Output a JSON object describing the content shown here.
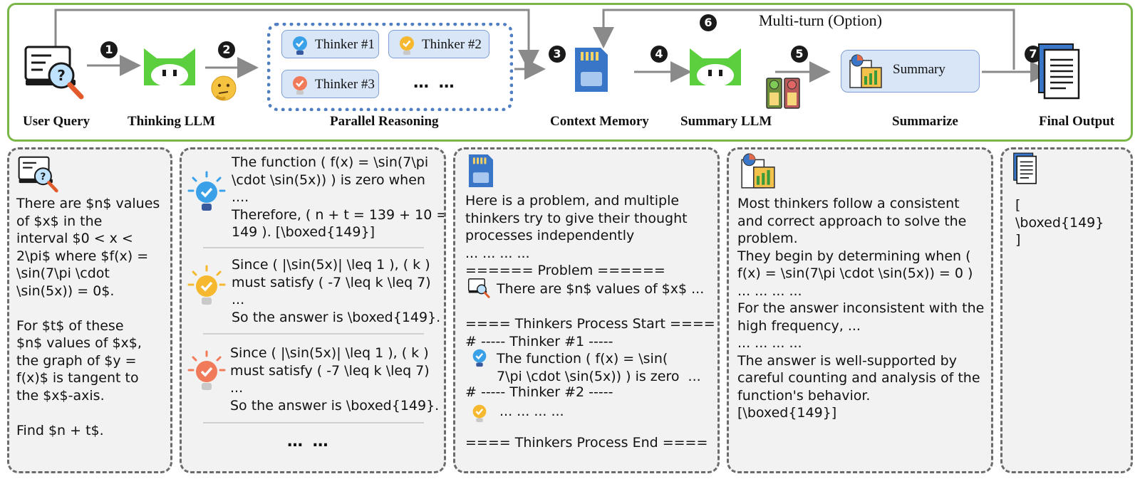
{
  "pipeline": {
    "stages": {
      "user_query": "User Query",
      "thinking_llm": "Thinking LLM",
      "parallel_reasoning": "Parallel Reasoning",
      "context_memory": "Context Memory",
      "summary_llm": "Summary LLM",
      "summarize": "Summarize",
      "final_output": "Final Output"
    },
    "steps": [
      "1",
      "2",
      "3",
      "4",
      "5",
      "6",
      "7"
    ],
    "thinkers": [
      "Thinker #1",
      "Thinker #2",
      "Thinker #3"
    ],
    "more_thinkers": "… …",
    "summary_label": "Summary",
    "multi_turn_label": "Multi-turn (Option)",
    "colors": {
      "border": "#7ab648",
      "llm_green": "#5ccf3f",
      "dotted_box": "#4f7fc1",
      "chip_fill": "#d9e6f7",
      "memory_blue": "#3a76c8"
    },
    "icons": [
      "question-monitor-icon",
      "llm-mascot-icon",
      "thinking-face-icon",
      "lightbulb-check-icon",
      "sd-card-icon",
      "check-cross-cards-icon",
      "summary-chart-icon",
      "document-stack-icon"
    ]
  },
  "panels": {
    "query": {
      "text": "There are $n$ values\nof $x$ in the\ninterval $0 < x <\n2\\pi$ where $f(x) =\n\\sin(7\\pi \\cdot\n\\sin(5x)) = 0$.\n\nFor $t$ of these\n$n$ values of $x$,\nthe graph of $y =\nf(x)$ is tangent to\nthe $x$-axis.\n\nFind $n + t$."
    },
    "thinkers": {
      "blocks": [
        "The function ( f(x) = \\sin(7\\pi\n\\cdot \\sin(5x)) ) is zero when\n....\nTherefore, ( n + t = 139 + 10 =\n149 ). [\\boxed{149}]",
        "Since ( |\\sin(5x)| \\leq 1 ), ( k )\nmust satisfy ( -7 \\leq k \\leq 7)\n...\nSo the answer is \\boxed{149}.",
        "Since ( |\\sin(5x)| \\leq 1 ), ( k )\nmust satisfy ( -7 \\leq k \\leq 7)\n...\nSo the answer is \\boxed{149}."
      ],
      "more": "… …"
    },
    "context": {
      "intro": "Here is a problem, and multiple\nthinkers try to give their thought\nprocesses independently\n... ... ... ...\n====== Problem ======",
      "problem_line": "There are $n$ values of $x$ ...",
      "start": "==== Thinkers Process Start ====\n# ----- Thinker #1 -----",
      "t1_line": "The function ( f(x) = \\sin(\n7\\pi \\cdot \\sin(5x)) ) is zero  ...",
      "t2_header": "# ----- Thinker #2 -----",
      "t2_line": "... ... ... ...",
      "end": "==== Thinkers Process End ===="
    },
    "summary": {
      "text": "Most thinkers follow a consistent\nand correct approach to solve the\nproblem.\nThey begin by determining when (\nf(x) = \\sin(7\\pi \\cdot \\sin(5x)) = 0 )\n... ... ... ...\nFor the answer inconsistent with the\nhigh frequency, ...\n... ... ... ...\nThe answer is well-supported by\ncareful counting and analysis of the\nfunction's behavior.\n[\\boxed{149}]"
    },
    "final": {
      "text": "[\n\\boxed{149}\n]"
    }
  }
}
